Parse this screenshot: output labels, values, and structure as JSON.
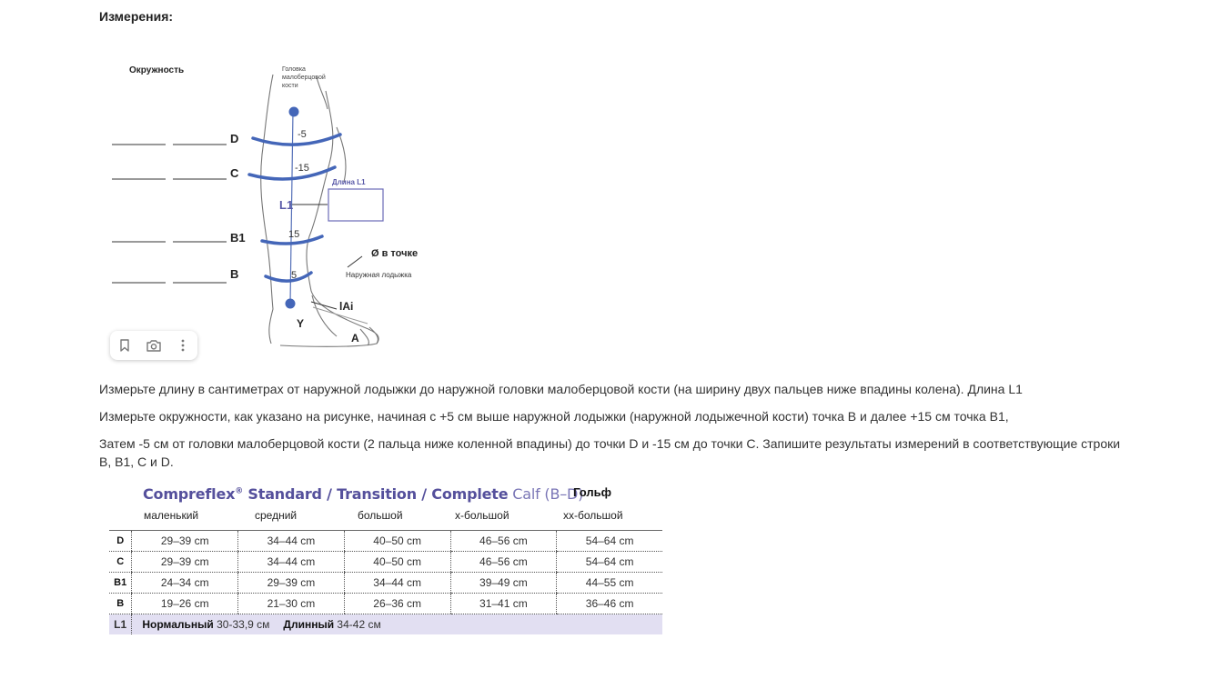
{
  "heading": "Измерения:",
  "diagram": {
    "circumference_label": "Окружность",
    "fibula_head_label": [
      "Головка",
      "малоберцовой",
      "кости"
    ],
    "length_l1_label": "Длина L1",
    "point_diameter_label": "Ø в точке",
    "ankle_label": "Наружная лодыжка",
    "rows": [
      "D",
      "C",
      "B1",
      "B"
    ],
    "marks": [
      "-5",
      "-15",
      "15",
      "5"
    ],
    "l1": "L1",
    "y_label": "Y",
    "a_label": "A",
    "ai_label": "lAi",
    "accent_color": "#4466b8"
  },
  "toolbar": {
    "icons": [
      "bookmark-icon",
      "camera-search-icon",
      "more-vertical-icon"
    ]
  },
  "paragraphs": [
    "Измерьте длину в сантиметрах от наружной лодыжки до наружной головки малоберцовой кости (на ширину двух пальцев ниже впадины колена). Длина L1",
    "Измерьте окружности, как указано на рисунке, начиная с +5 см выше наружной лодыжки (наружной лодыжечной кости) точка B и далее +15 см точка B1,",
    " Затем -5 см от головки малоберцовой кости (2 пальца ниже коленной впадины) до точки D и -15 см до точки С. Запишите результаты измерений в соответствующие строки B, B1, C и D."
  ],
  "size_chart": {
    "brand": "Compreflex",
    "reg": "®",
    "title_rest": " Standard / Transition / Complete",
    "calf": " Calf (B–D)",
    "golf": "Гольф",
    "sizes": [
      "маленький",
      "средний",
      "большой",
      "x-большой",
      "xx-большой"
    ],
    "rows": [
      {
        "label": "D",
        "values": [
          "29–39 cm",
          "34–44 cm",
          "40–50 cm",
          "46–56 cm",
          "54–64 cm"
        ]
      },
      {
        "label": "C",
        "values": [
          "29–39 cm",
          "34–44 cm",
          "40–50 cm",
          "46–56 cm",
          "54–64 cm"
        ]
      },
      {
        "label": "B1",
        "values": [
          "24–34 cm",
          "29–39 cm",
          "34–44 cm",
          "39–49 cm",
          "44–55 cm"
        ]
      },
      {
        "label": "B",
        "values": [
          "19–26 cm",
          "21–30 cm",
          "26–36 cm",
          "31–41 cm",
          "36–46 cm"
        ]
      }
    ],
    "l1_row": {
      "label": "L1",
      "normal_label": "Нормальный",
      "normal_value": " 30-33,9 см",
      "long_label": "Длинный",
      "long_value": " 34-42 см"
    },
    "l1_color": "#e2dff2",
    "title_color": "#55509c"
  }
}
